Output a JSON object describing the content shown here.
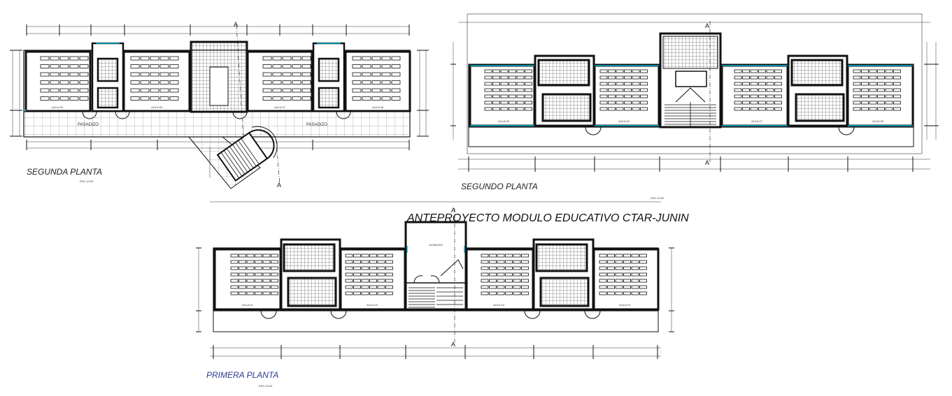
{
  "drawing": {
    "main_title": "ANTEPROYECTO MODULO EDUCATIVO CTAR-JUNIN",
    "plans": [
      {
        "id": "p1",
        "title": "SEGUNDA PLANTA",
        "scale": "ESC.1/100"
      },
      {
        "id": "p2",
        "title": "SEGUNDO PLANTA",
        "scale": ""
      },
      {
        "id": "p3",
        "title": "PRIMERA PLANTA",
        "scale": "ESC.1/100"
      }
    ],
    "room_labels": {
      "p1": [
        "AULA 05",
        "AULA 06",
        "AULA 07",
        "AULA 08"
      ],
      "p2": [
        "AULA 05",
        "AULA 06",
        "AULA 07",
        "AULA 08"
      ],
      "p3": [
        "AULA 01",
        "AULA 02",
        "AULA 03",
        "AULA 04"
      ]
    },
    "corridor_label": "PASADIZO",
    "storage_label": "ALMACEN",
    "section_mark": "A",
    "scale_note": "ESC.1/100",
    "colors": {
      "line": "#111111",
      "accent": "#00b8d4",
      "title_blue": "#2b3a8c"
    }
  }
}
